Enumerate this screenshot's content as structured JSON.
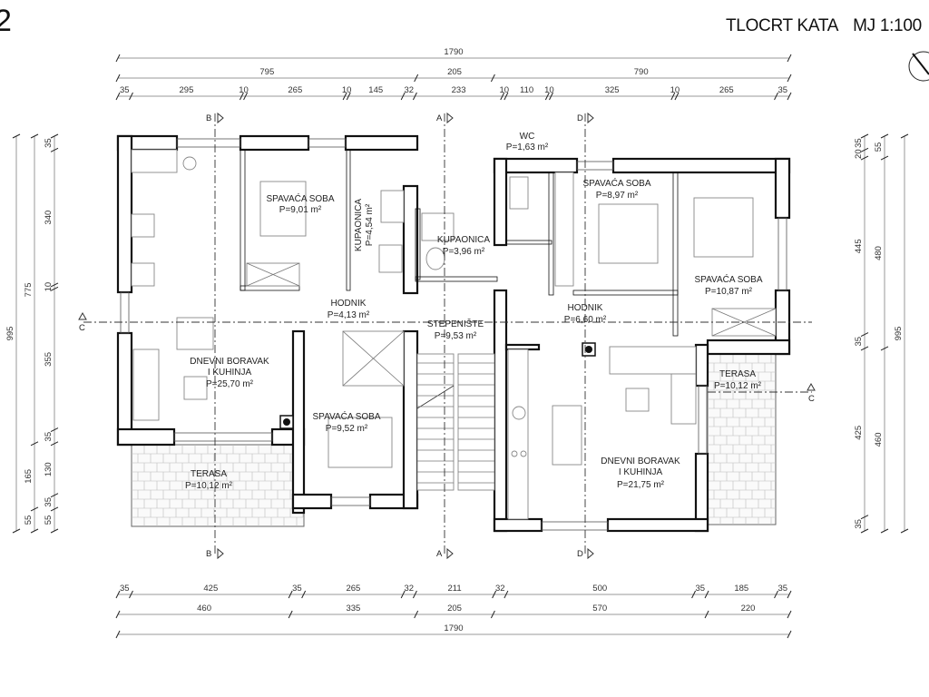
{
  "sheet": {
    "number": "2",
    "title": "TLOCRT KATA",
    "scale": "MJ 1:100"
  },
  "dimensions": {
    "top": {
      "total": [
        1790
      ],
      "middle": [
        795,
        205,
        790
      ],
      "detail": [
        35,
        295,
        10,
        265,
        10,
        145,
        32,
        233,
        10,
        110,
        10,
        325,
        10,
        265,
        35
      ]
    },
    "bottom": {
      "detail": [
        35,
        425,
        35,
        265,
        32,
        211,
        32,
        500,
        35,
        185,
        35
      ],
      "middle": [
        460,
        335,
        205,
        570,
        220
      ],
      "total": [
        1790
      ]
    },
    "left": {
      "total": [
        995
      ],
      "middle": [
        775,
        165,
        55
      ],
      "detail": [
        35,
        340,
        10,
        355,
        35,
        130,
        35,
        55
      ]
    },
    "right": {
      "detail": [
        35,
        20,
        445,
        35,
        425,
        35
      ],
      "middle": [
        55,
        480,
        460
      ],
      "total": [
        995
      ]
    }
  },
  "section_markers": {
    "a": "A",
    "b": "B",
    "c": "C",
    "d": "D"
  },
  "rooms": {
    "bed1": {
      "name": "SPAVAĆA SOBA",
      "area": "P=9,01 m²"
    },
    "bath1": {
      "name": "KUPAONICA",
      "area": "P=4,54 m²"
    },
    "bath2": {
      "name": "KUPAONICA",
      "area": "P=3,96 m²"
    },
    "hall1": {
      "name": "HODNIK",
      "area": "P=4,13 m²"
    },
    "stairs": {
      "name": "STEPENIŠTE",
      "area": "P=9,53 m²"
    },
    "living1": {
      "name1": "DNEVNI BORAVAK",
      "name2": "I KUHINJA",
      "area": "P=25,70 m²"
    },
    "bed2": {
      "name": "SPAVAĆA SOBA",
      "area": "P=9,52 m²"
    },
    "terrace1": {
      "name": "TERASA",
      "area": "P=10,12 m²"
    },
    "wc": {
      "name": "WC",
      "area": "P=1,63 m²"
    },
    "bed3": {
      "name": "SPAVAĆA SOBA",
      "area": "P=8,97 m²"
    },
    "bed4": {
      "name": "SPAVAĆA SOBA",
      "area": "P=10,87 m²"
    },
    "hall2": {
      "name": "HODNIK",
      "area": "P=6,60 m²"
    },
    "terrace2": {
      "name": "TERASA",
      "area": "P=10,12 m²"
    },
    "living2": {
      "name1": "DNEVNI BORAVAK",
      "name2": "I KUHINJA",
      "area": "P=21,75 m²"
    }
  }
}
